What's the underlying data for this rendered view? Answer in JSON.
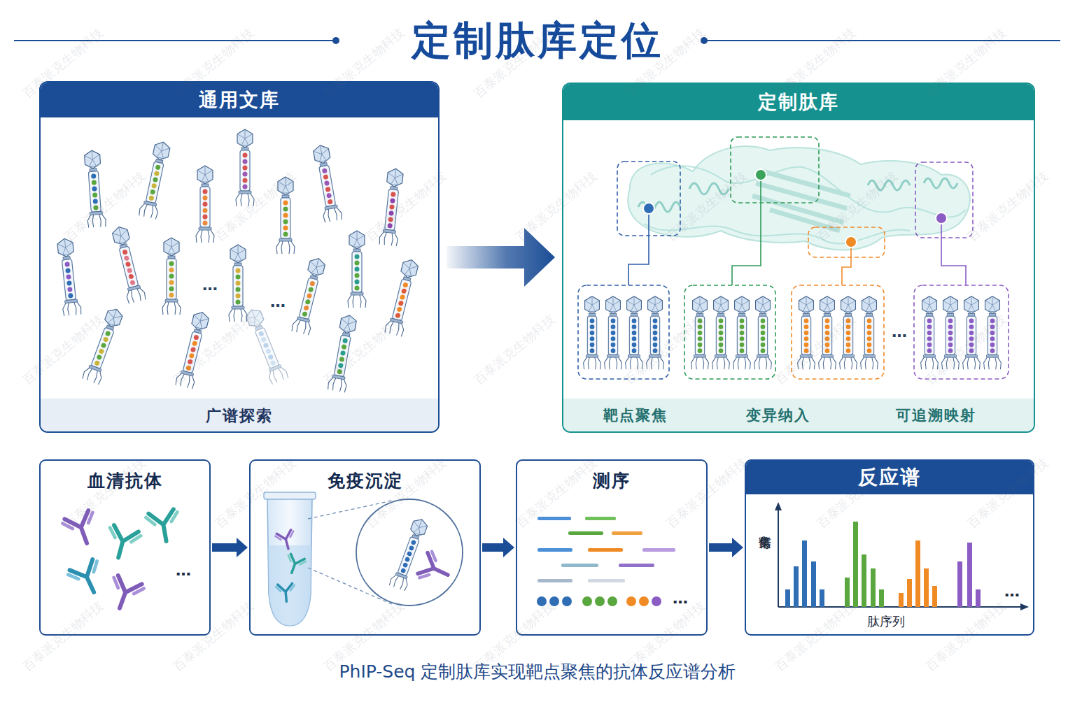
{
  "diagram": {
    "title": "定制肽库定位",
    "caption": "PhIP-Seq 定制肽库实现靶点聚焦的抗体反应谱分析",
    "nodes": [
      {
        "text": [
          "通用文库",
          "广谱探索"
        ]
      },
      {
        "text": [
          "定制肽库",
          "靶点聚焦",
          "变异纳入",
          "可追溯映射"
        ]
      },
      {
        "text": [
          "血清抗体"
        ]
      },
      {
        "text": [
          "免疫沉淀"
        ]
      },
      {
        "text": [
          "测序"
        ]
      },
      {
        "text": [
          "反应谱",
          "富集信号",
          "肽序列"
        ]
      }
    ],
    "edges": [
      {
        "from": 0,
        "to": 1,
        "arrow": "to"
      },
      {
        "from": 2,
        "to": 3,
        "arrow": "to"
      },
      {
        "from": 3,
        "to": 4,
        "arrow": "to"
      },
      {
        "from": 4,
        "to": 5,
        "arrow": "to"
      }
    ],
    "labels": [
      "…",
      "…",
      "…",
      "…",
      "…",
      "…",
      "百泰派克生物科技",
      "百泰派克生物科技",
      "百泰派克生物科技",
      "百泰派克生物科技",
      "百泰派克生物科技",
      "百泰派克生物科技",
      "百泰派克生物科技",
      "百泰派克生物科技",
      "百泰派克生物科技",
      "百泰派克生物科技",
      "百泰派克生物科技",
      "百泰派克生物科技",
      "百泰派克生物科技",
      "百泰派克生物科技",
      "百泰派克生物科技",
      "百泰派克生物科技",
      "百泰派克生物科技",
      "百泰派克生物科技",
      "百泰派克生物科技",
      "百泰派克生物科技",
      "百泰派克生物科技",
      "百泰派克生物科技",
      "百泰派克生物科技",
      "百泰派克生物科技",
      "百泰派克生物科技",
      "百泰派克生物科技",
      "百泰派克生物科技",
      "百泰派克生物科技",
      "百泰派克生物科技",
      "百泰派克生物科技",
      "百泰派克生物科技",
      "百泰派克生物科技",
      "百泰派克生物科技",
      "百泰派克生物科技",
      "百泰派克生物科技"
    ]
  }
}
